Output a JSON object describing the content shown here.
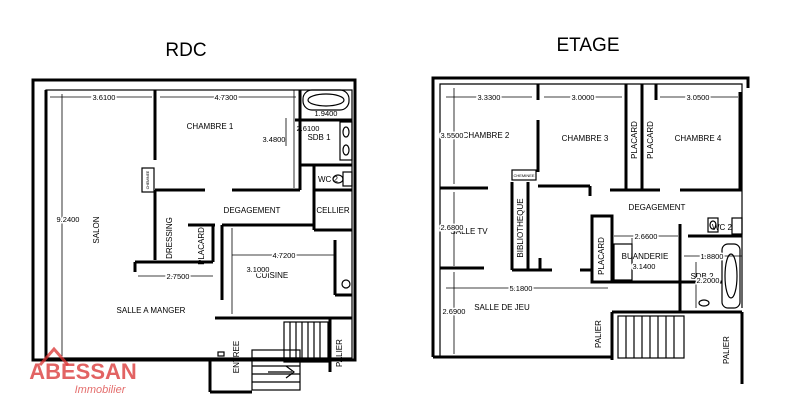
{
  "titles": {
    "rdc": "RDC",
    "etage": "ETAGE"
  },
  "rdc": {
    "rooms": {
      "chambre1": "CHAMBRE 1",
      "sdb1": "SDB 1",
      "wc": "WC 2",
      "cellier": "CELLIER",
      "degagement": "DEGAGEMENT",
      "dressing": "DRESSING",
      "placard": "PLACARD",
      "cuisine": "CUISINE",
      "salon": "SALON",
      "salle_a_manger": "SALLE A MANGER",
      "entree": "ENTREE",
      "palier": "PALIER",
      "cheminee": "CHEMINEE"
    },
    "dimensions": {
      "d1": "3.6100",
      "d2": "4.7300",
      "d3": "2.6100",
      "d4": "1.9400",
      "d5": "3.4800",
      "d6": "9.2400",
      "d7": "4.7200",
      "d8": "2.7500",
      "d9": "3.1000"
    }
  },
  "etage": {
    "rooms": {
      "chambre2": "CHAMBRE 2",
      "chambre3": "CHAMBRE 3",
      "chambre4": "CHAMBRE 4",
      "placard1": "PLACARD",
      "placard2": "PLACARD",
      "cheminee": "CHEMINEE",
      "degagement": "DEGAGEMENT",
      "bibliotheque": "BIBLIOTHEQUE",
      "salle_tv": "SALLE TV",
      "wc": "WC 2",
      "placard3": "PLACARD",
      "buanderie": "BUANDERIE",
      "sdb2": "SDB 2",
      "salle_de_jeu": "SALLE DE JEU",
      "palier1": "PALIER",
      "palier2": "PALIER"
    },
    "dimensions": {
      "d1": "3.3300",
      "d2": "3.0000",
      "d3": "3.0500",
      "d4": "3.5500",
      "d5": "2.6800",
      "d6": "2.6600",
      "d7": "3.1400",
      "d8": "1.8800",
      "d9": "2.2000",
      "d10": "5.1800",
      "d11": "2.6900"
    }
  },
  "logo": {
    "name": "ABESSAN",
    "sub": "Immobilier",
    "color": "#d9302f"
  }
}
